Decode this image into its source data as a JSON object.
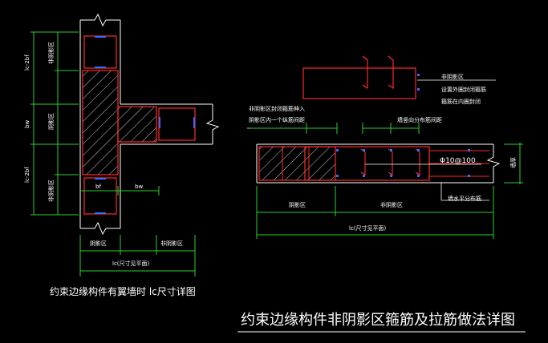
{
  "left_detail": {
    "dim_labels": {
      "lc_2bf_top": "lc-2bf",
      "bw_vertical": "bw",
      "lc_2bf_bottom": "lc-2bf",
      "bf": "bf",
      "bw_horizontal": "bw"
    },
    "zone_labels": {
      "non_shadow_top": "非阴影区",
      "shadow_middle": "阴影区",
      "non_shadow_bottom": "非阴影区",
      "shadow_bottom": "阴影区",
      "non_shadow_right": "非阴影区",
      "lc_note": "lc(尺寸见平面)"
    },
    "caption": "约束边缘构件有翼墙时 lc尺寸详图"
  },
  "right_detail": {
    "note_hoop_in_wall": "非阴影区\n设置外圈封闭箍筋\n箍筋在内圈封闭",
    "note_left_top_1": "非阴影区封闭箍筋伸入",
    "note_left_top_2": "阴影区内一个纵筋间距",
    "note_wall_dist": "墙竖向分布筋间距",
    "rebar_spec": "Φ10@100",
    "wall_thickness": "墙厚",
    "note_wall_horiz": "墙水平分布筋",
    "zone_shadow": "阴影区",
    "zone_non_shadow": "非阴影区",
    "lc_note": "lc(尺寸见平面)"
  },
  "main_caption": "约束边缘构件非阴影区箍筋及拉筋做法详图",
  "colors": {
    "background": "#000000",
    "wall": "#ffffff",
    "rebar": "#ff2a2a",
    "dimension": "#2bd12b",
    "text": "#ffffff",
    "hatch": "#ffffff"
  }
}
